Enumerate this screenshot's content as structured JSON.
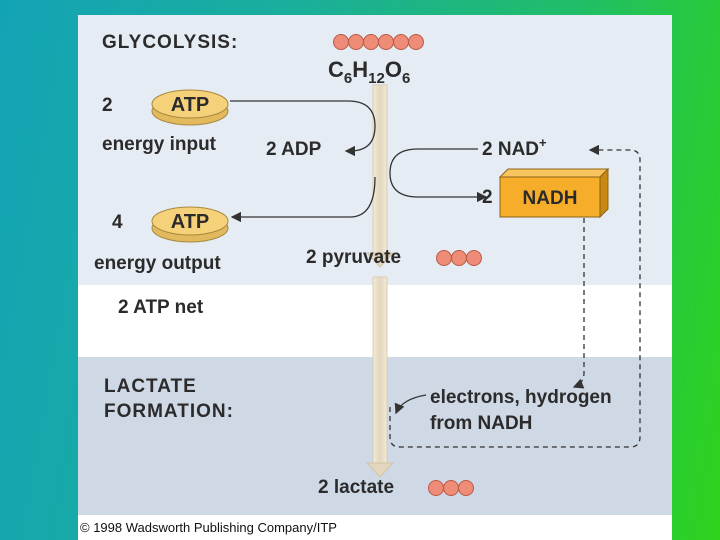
{
  "glycolysis_title": "GLYCOLYSIS:",
  "glucose": {
    "c": "C",
    "c_sub": "6",
    "h": "H",
    "h_sub": "12",
    "o": "O",
    "o_sub": "6"
  },
  "atp_input": {
    "count": "2",
    "label": "ATP",
    "caption": "energy input"
  },
  "adp": "2 ADP",
  "nad": {
    "text": "2 NAD",
    "sup": "+"
  },
  "nadh": {
    "count": "2",
    "label": "NADH"
  },
  "atp_output": {
    "count": "4",
    "label": "ATP",
    "caption": "energy output"
  },
  "pyruvate": "2 pyruvate",
  "net": "2 ATP net",
  "lactate_title_1": "LACTATE",
  "lactate_title_2": "FORMATION:",
  "electrons_1": "electrons, hydrogen",
  "electrons_2": "from NADH",
  "lactate": "2 lactate",
  "footer": "© 1998 Wadsworth Publishing Company/ITP",
  "colors": {
    "atom": "#ee8c78",
    "atp_disc": "#f5d27a",
    "nadh_box": "#f6ad2a",
    "arrow": "#e8dcc4",
    "text": "#2b2b2b"
  }
}
